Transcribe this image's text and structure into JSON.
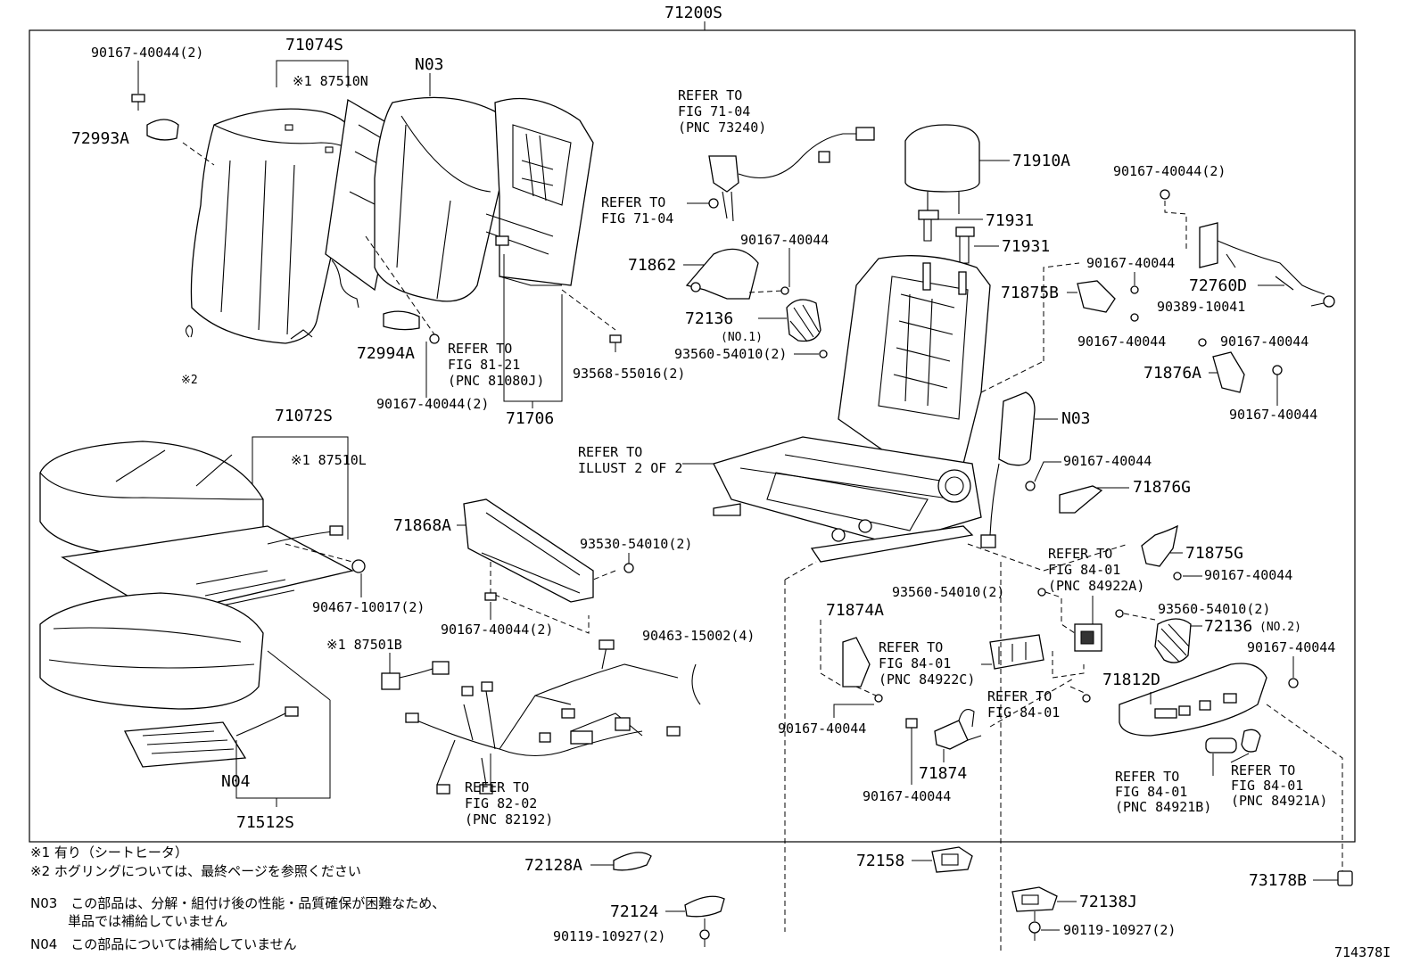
{
  "diagram": {
    "assembly_number": "71200S",
    "figure_id": "714378I",
    "part_labels": [
      "90167-40044(2)",
      "71074S",
      "※1 87510N",
      "N03",
      "72993A",
      "72994A",
      "REFER TO",
      "FIG 81-21",
      "(PNC 81080J)",
      "90167-40044(2)",
      "71706",
      "93568-55016(2)",
      "※2",
      "REFER TO",
      "FIG 71-04",
      "(PNC 73240)",
      "REFER TO",
      "FIG 71-04",
      "71862",
      "90167-40044",
      "72136",
      "(NO.1)",
      "93560-54010(2)",
      "71910A",
      "71931",
      "71931",
      "90167-40044(2)",
      "90167-40044",
      "72760D",
      "90389-10041",
      "71875B",
      "90167-40044",
      "90167-40044",
      "71876A",
      "90167-40044",
      "N03",
      "90167-40044",
      "71876G",
      "71072S",
      "※1 87510L",
      "90467-10017(2)",
      "N04",
      "71512S",
      "71868A",
      "93530-54010(2)",
      "90167-40044(2)",
      "REFER TO",
      "ILLUST 2 OF 2",
      "※1 87501B",
      "90463-15002(4)",
      "REFER TO",
      "FIG 82-02",
      "(PNC 82192)",
      "71874A",
      "REFER TO",
      "FIG 84-01",
      "(PNC 84922C)",
      "90167-40044",
      "93560-54010(2)",
      "REFER TO",
      "FIG 84-01",
      "(PNC 84922A)",
      "71875G",
      "90167-40044",
      "93560-54010(2)",
      "72136",
      "(NO.2)",
      "90167-40044",
      "71812D",
      "REFER TO",
      "FIG 84-01",
      "71874",
      "90167-40044",
      "REFER TO",
      "FIG 84-01",
      "(PNC 84921B)",
      "REFER TO",
      "FIG 84-01",
      "(PNC 84921A)",
      "72128A",
      "72158",
      "73178B",
      "72124",
      "90119-10927(2)",
      "72138J",
      "90119-10927(2)"
    ],
    "notes": [
      "※1 有り（シートヒータ）",
      "※2 ホグリングについては、最終ページを参照ください",
      "N03　この部品は、分解・組付け後の性能・品質確保が困難なため、",
      "単品では補給していません",
      "N04　この部品については補給していません"
    ]
  }
}
